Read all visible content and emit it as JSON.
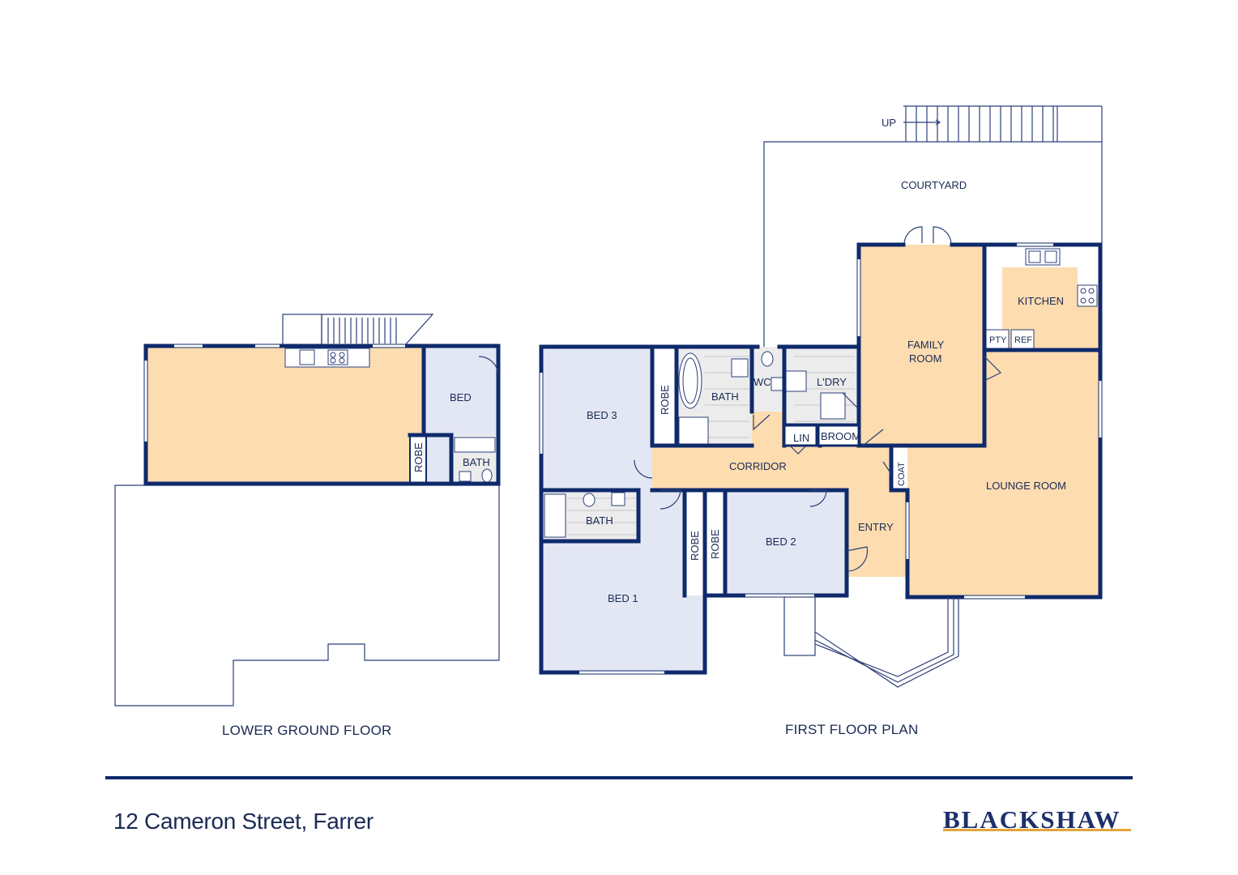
{
  "colors": {
    "wall": "#0e2a6b",
    "living_fill": "#fddcb0",
    "bedroom_fill": "#e3e7f4",
    "wet_area_fill": "#ececec",
    "brand_accent": "#e2a43a"
  },
  "plans": {
    "lower_ground": {
      "caption": "LOWER GROUND FLOOR",
      "rooms": {
        "bed": "BED",
        "robe": "ROBE",
        "bath": "BATH"
      }
    },
    "first_floor": {
      "caption": "FIRST FLOOR PLAN",
      "stair_label": "UP",
      "rooms": {
        "courtyard": "COURTYARD",
        "kitchen": "KITCHEN",
        "family_room": "FAMILY ROOM",
        "pantry": "PTY",
        "fridge": "REF",
        "laundry": "L'DRY",
        "wc": "WC",
        "bath_main": "BATH",
        "robe_bed3": "ROBE",
        "bed3": "BED 3",
        "lin": "LIN",
        "broom": "BROOM",
        "corridor": "CORRIDOR",
        "coat": "COAT",
        "lounge_room": "LOUNGE ROOM",
        "entry": "ENTRY",
        "bath_ensuite": "BATH",
        "robe_bed1": "ROBE",
        "robe_bed2": "ROBE",
        "bed2": "BED 2",
        "bed1": "BED 1"
      }
    }
  },
  "footer": {
    "address": "12 Cameron Street, Farrer",
    "brand": "BLACKSHAW"
  }
}
